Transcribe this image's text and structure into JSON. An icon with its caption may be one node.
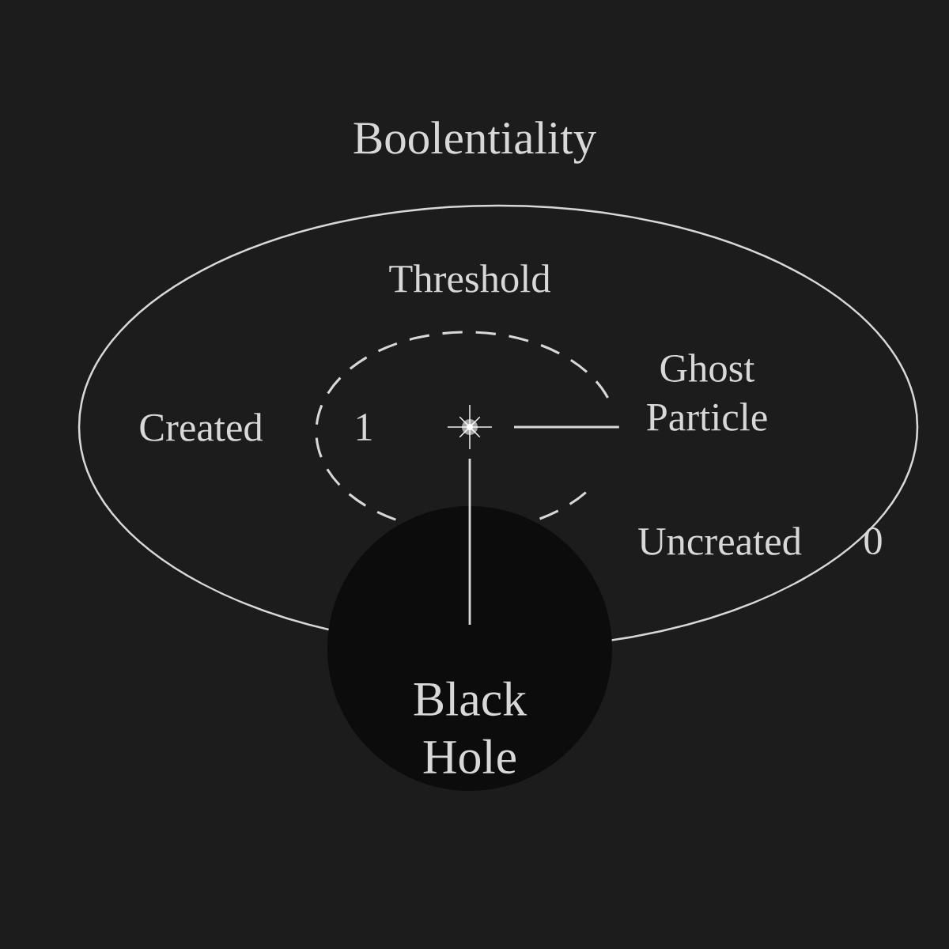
{
  "diagram": {
    "nodes": [
      {
        "text": [
          "Boolentiality"
        ]
      },
      {
        "text": [
          "Threshold"
        ],
        "in": 0
      },
      {
        "text": [],
        "shape": "star",
        "in": 1
      },
      {
        "text": [
          "Ghost Particle"
        ],
        "in": 0
      },
      {
        "text": [
          "Black Hole"
        ]
      }
    ],
    "edges": [
      {
        "from": 2,
        "to": 3,
        "arrow": "none"
      },
      {
        "from": 2,
        "to": 4,
        "arrow": "none"
      }
    ],
    "labels": [
      "Created",
      "1",
      "Uncreated",
      "0"
    ]
  }
}
